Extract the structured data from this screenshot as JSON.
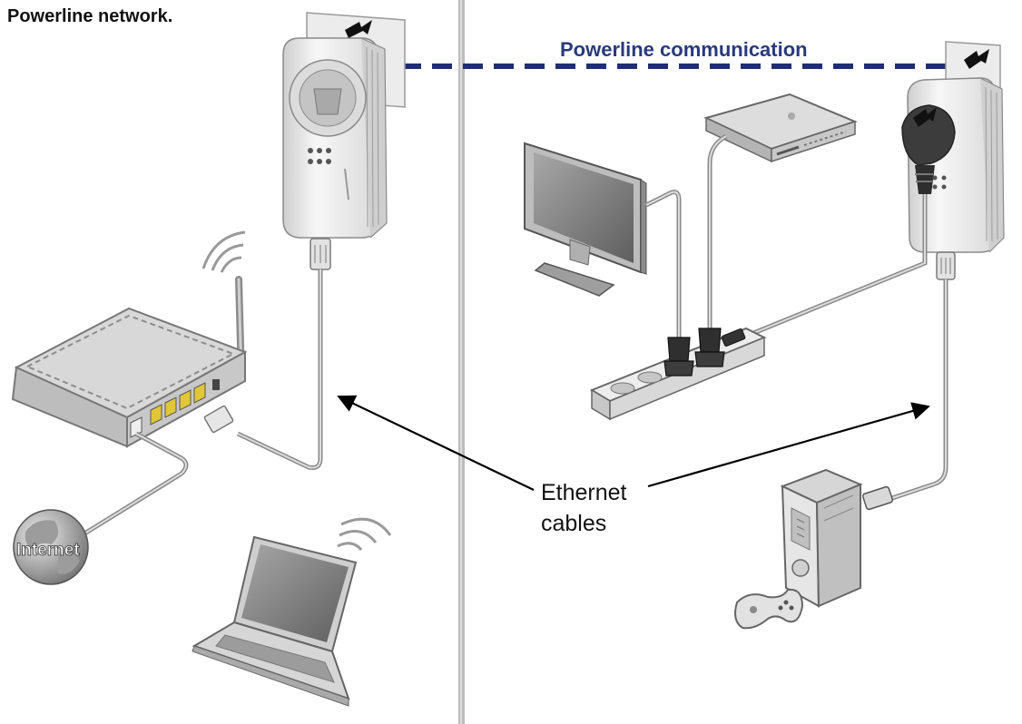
{
  "figure": {
    "caption": "Powerline network.",
    "powerline_label": "Powerline communication",
    "ethernet_label_line1": "Ethernet",
    "ethernet_label_line2": "cables",
    "globe_label": "Internet"
  },
  "colors": {
    "powerline_dash": "#1f2f6e",
    "powerline_text": "#283a7c",
    "divider": "#b9b9b9",
    "device_body": "#e9e9e9",
    "device_shadow": "#9a9a9a",
    "router_port": "#e1c637",
    "cable": "#8a8a8a"
  },
  "icons": {
    "adapter_left": "powerline-adapter-icon",
    "adapter_right": "powerline-adapter-with-plug-icon",
    "router": "wireless-router-icon",
    "globe": "internet-globe-icon",
    "laptop": "laptop-icon",
    "tv": "monitor-icon",
    "receiver": "set-top-box-icon",
    "power_strip": "power-strip-icon",
    "console": "game-console-icon",
    "controller": "gamepad-icon"
  }
}
